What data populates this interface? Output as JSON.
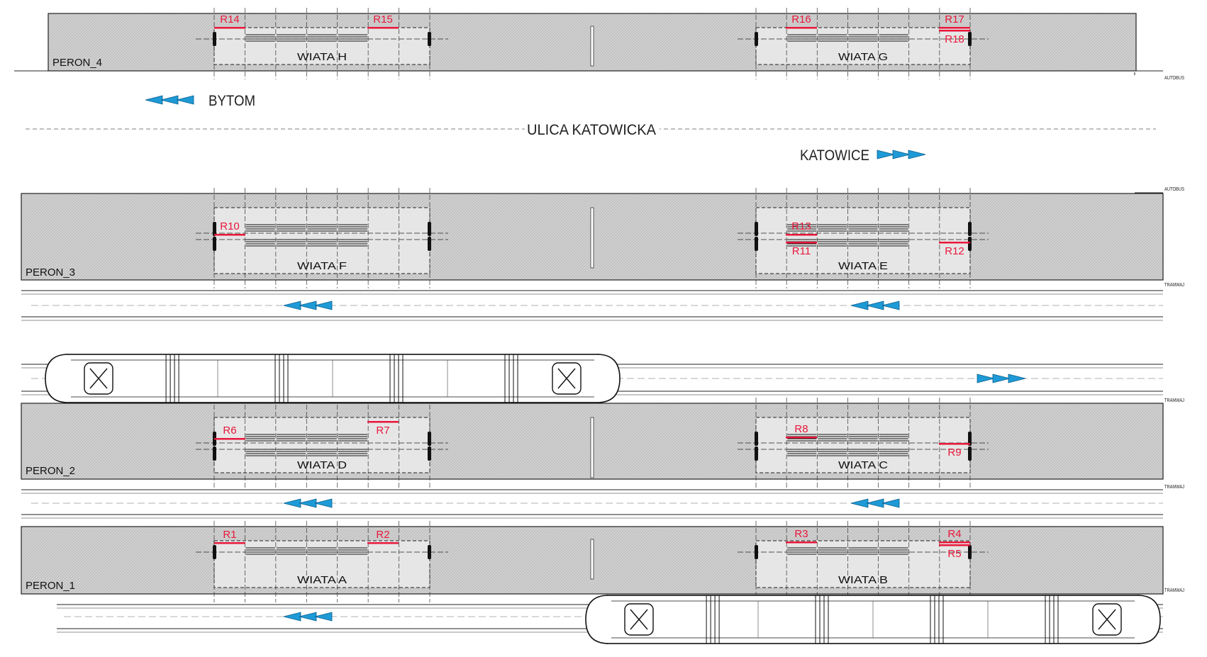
{
  "street": {
    "name": "ULICA KATOWICKA"
  },
  "directions": {
    "west": "BYTOM",
    "east": "KATOWICE"
  },
  "lane_labels": {
    "autobus": "AUTOBUS",
    "tramwaj": "TRAMWAJ"
  },
  "colors": {
    "marker_red": "#e8173a",
    "arrow_blue": "#1e9ad6",
    "platform_fill": "#d6d6d6",
    "shelter_fill": "#e6e6e6",
    "line": "#222222"
  },
  "platforms": [
    {
      "name": "PERON_4",
      "shelters": [
        {
          "name": "WIATA H",
          "markers": [
            "R14",
            "R15"
          ]
        },
        {
          "name": "WIATA G",
          "markers": [
            "R16",
            "R17",
            "R18"
          ]
        }
      ]
    },
    {
      "name": "PERON_3",
      "shelters": [
        {
          "name": "WIATA F",
          "markers": [
            "R10"
          ]
        },
        {
          "name": "WIATA E",
          "markers": [
            "R13",
            "R11",
            "R12"
          ]
        }
      ]
    },
    {
      "name": "PERON_2",
      "shelters": [
        {
          "name": "WIATA D",
          "markers": [
            "R6",
            "R7"
          ]
        },
        {
          "name": "WIATA C",
          "markers": [
            "R8",
            "R9"
          ]
        }
      ]
    },
    {
      "name": "PERON_1",
      "shelters": [
        {
          "name": "WIATA  A",
          "markers": [
            "R1",
            "R2"
          ]
        },
        {
          "name": "WIATA B",
          "markers": [
            "R3",
            "R4",
            "R5"
          ]
        }
      ]
    }
  ]
}
